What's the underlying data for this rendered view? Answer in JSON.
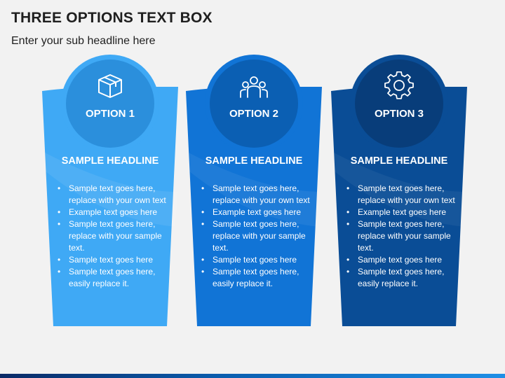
{
  "header": {
    "title": "THREE OPTIONS TEXT BOX",
    "subtitle": "Enter your sub headline here"
  },
  "cards": [
    {
      "option": "OPTION 1",
      "icon": "box-icon",
      "headline": "SAMPLE HEADLINE",
      "color": "#3fa9f5",
      "circle_color": "#2b8fdc",
      "bullets": [
        "Sample text goes here, replace with your own text",
        "Example text goes here",
        "Sample text goes here, replace with your sample text.",
        "Sample text goes here",
        "Sample text goes here, easily replace it."
      ]
    },
    {
      "option": "OPTION 2",
      "icon": "team-icon",
      "headline": "SAMPLE HEADLINE",
      "color": "#1174d6",
      "circle_color": "#0b5fb3",
      "bullets": [
        "Sample text goes here, replace with your own text",
        "Example text goes here",
        "Sample text goes here, replace with your sample text.",
        "Sample text goes here",
        "Sample text goes here, easily replace it."
      ]
    },
    {
      "option": "OPTION 3",
      "icon": "gear-icon",
      "headline": "SAMPLE HEADLINE",
      "color": "#0a4d96",
      "circle_color": "#083d7a",
      "bullets": [
        "Sample text goes here, replace with your own text",
        "Example text goes here",
        "Sample text goes here, replace with your sample text.",
        "Sample text goes here",
        "Sample text goes here, easily replace it."
      ]
    }
  ]
}
